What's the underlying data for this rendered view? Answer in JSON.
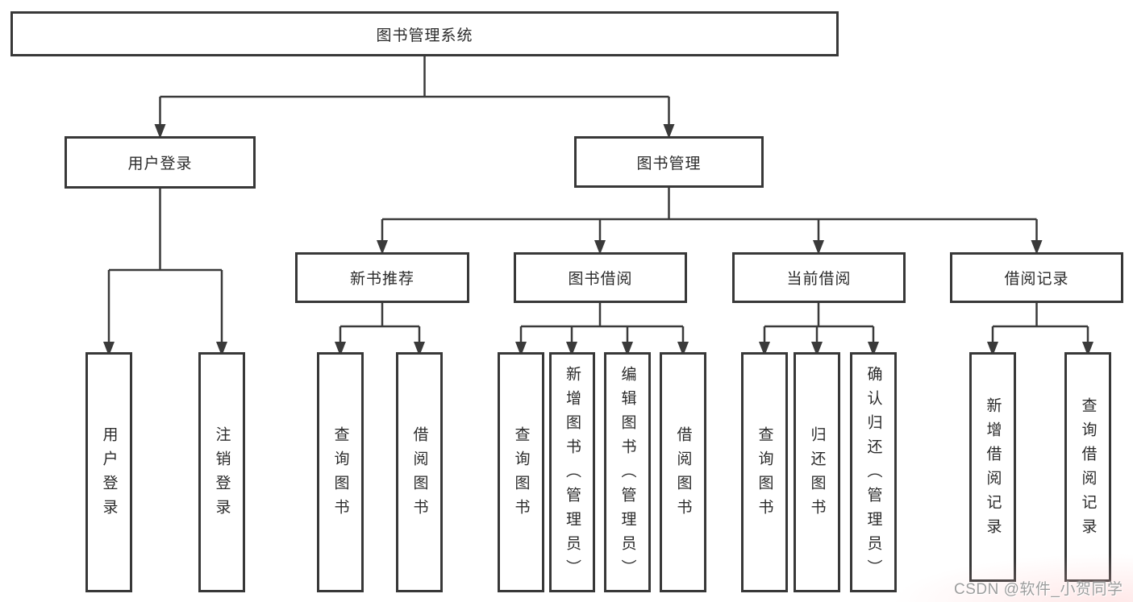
{
  "page": {
    "background": "#ffffff"
  },
  "colors": {
    "line": "#3a3a3a",
    "box_border": "#383838",
    "text": "#2b2b2b",
    "watermark_text": "#9d9d9d"
  },
  "tree": {
    "root": {
      "label": "图书管理系统"
    },
    "level2": [
      {
        "label": "用户登录"
      },
      {
        "label": "图书管理"
      }
    ],
    "level3": [
      {
        "label": "新书推荐"
      },
      {
        "label": "图书借阅"
      },
      {
        "label": "当前借阅"
      },
      {
        "label": "借阅记录"
      }
    ],
    "leaves": {
      "user_login": [
        {
          "label": "用户登录"
        },
        {
          "label": "注销登录"
        }
      ],
      "new_book": [
        {
          "label": "查询图书"
        },
        {
          "label": "借阅图书"
        }
      ],
      "book_borrow": [
        {
          "label": "查询图书"
        },
        {
          "label": "新增图书（管理员）"
        },
        {
          "label": "编辑图书（管理员）"
        },
        {
          "label": "借阅图书"
        }
      ],
      "current_borrow": [
        {
          "label": "查询图书"
        },
        {
          "label": "归还图书"
        },
        {
          "label": "确认归还（管理员）"
        }
      ],
      "borrow_records": [
        {
          "label": "新增借阅记录"
        },
        {
          "label": "查询借阅记录"
        }
      ]
    }
  },
  "watermark": {
    "text": "CSDN @软件_小贺同学"
  }
}
